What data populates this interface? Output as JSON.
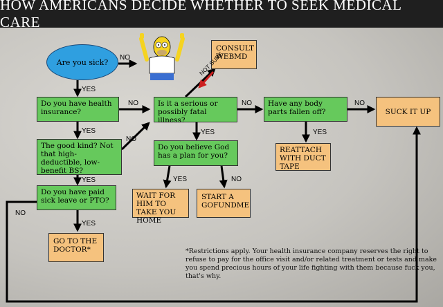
{
  "title": "HOW AMERICANS DECIDE WHETHER TO SEEK MEDICAL CARE",
  "nodes": {
    "sick": "Are you sick?",
    "insurance": "Do you have health insurance?",
    "good_kind": "The good kind? Not that high-deductible, low-benefit BS?",
    "sick_leave": "Do you have paid sick leave or PTO?",
    "doctor": "GO TO THE DOCTOR*",
    "serious": "Is it a serious or possibly fatal illness?",
    "webmd": "CONSULT WEBMD",
    "god": "Do you believe God has a plan for you?",
    "wait": "WAIT FOR HIM TO TAKE YOU HOME",
    "gofundme": "START A GOFUNDME",
    "body_parts": "Have any body parts fallen off?",
    "reattach": "REATTACH WITH DUCT TAPE",
    "suck_it_up": "SUCK IT UP"
  },
  "labels": {
    "yes": "YES",
    "no": "NO",
    "not_sure": "NOT SURE"
  },
  "footnote": "*Restrictions apply. Your health insurance company reserves the right to refuse to pay for the office visit and/or related treatment or tests and make you spend precious hours of your life fighting with them because fuck you, that's why.",
  "colors": {
    "decision_box": "#66c95c",
    "outcome_box": "#f5c27e",
    "start_node": "#2f9fe0",
    "title_bar": "#1f1f1f",
    "not_sure_arrow": "#cc1f1f"
  },
  "character_icon": "cheering-cartoon-character-icon"
}
